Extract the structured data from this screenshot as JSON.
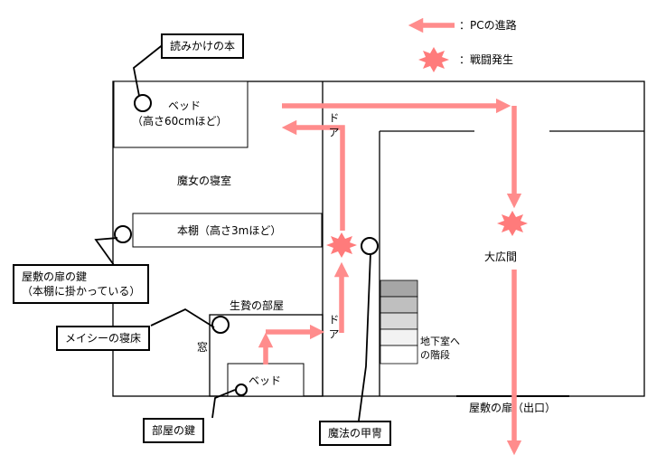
{
  "legend": {
    "path_label": "：PCの進路",
    "battle_label": "：戦闘発生",
    "arrow_color": "#ff8c8c",
    "burst_color": "#ff7b7b"
  },
  "rooms": {
    "witch_bed_line1": "ベッド",
    "witch_bed_line2": "（高さ60cmほど）",
    "witch_bedroom": "魔女の寝室",
    "bookshelf": "本棚（高さ3mほど）",
    "sacrifice_room": "生贄の部屋",
    "window": "窓",
    "sacrifice_bed": "ベッド",
    "hall": "大広間",
    "stairs_line1": "地下室へ",
    "stairs_line2": "の階段",
    "exit_door": "屋敷の扉（出口）",
    "door_upper": "ド ア",
    "door_lower": "ド ア"
  },
  "callouts": {
    "book": "読みかけの本",
    "key_line1": "屋敷の扉の鍵",
    "key_line2": "（本棚に掛かっている）",
    "maisie_bed": "メイシーの寝床",
    "room_key": "部屋の鍵",
    "armor": "魔法の甲冑"
  },
  "stairs_shades": [
    "#a6a6a6",
    "#bfbfbf",
    "#d9d9d9",
    "#f2f2f2",
    "#ffffff"
  ]
}
